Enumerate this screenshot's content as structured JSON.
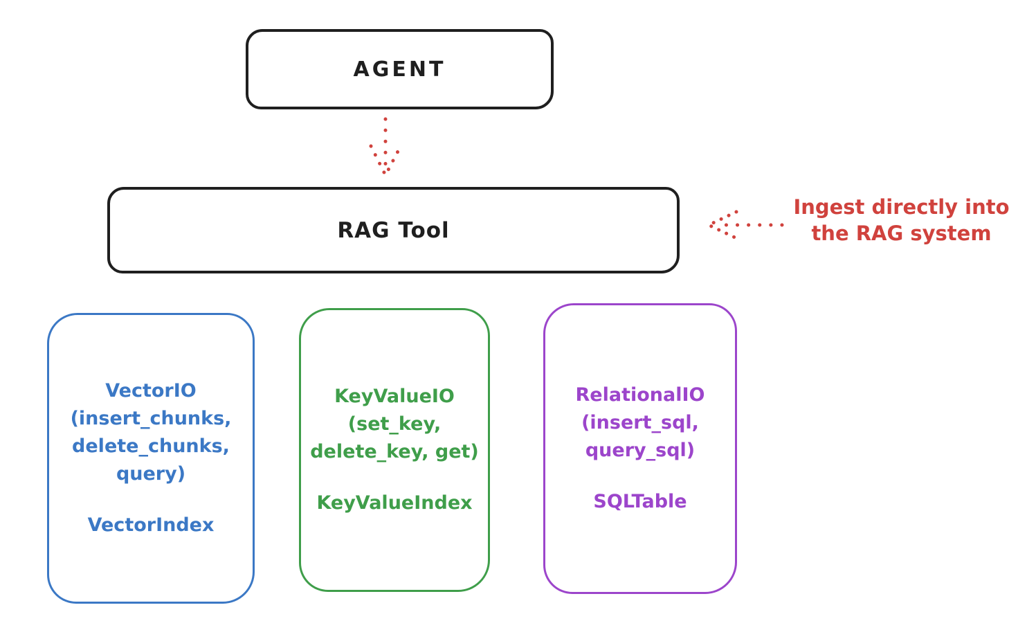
{
  "diagram": {
    "agent": {
      "label": "AGENT"
    },
    "rag_tool": {
      "label": "RAG Tool"
    },
    "annotation": {
      "line1": "Ingest directly into",
      "line2": "the RAG system"
    },
    "vector_io": {
      "line1": "VectorIO",
      "line2": "(insert_chunks,",
      "line3": "delete_chunks,",
      "line4": "query)",
      "footer": "VectorIndex"
    },
    "key_value_io": {
      "line1": "KeyValueIO",
      "line2": "(set_key,",
      "line3": "delete_key, get)",
      "footer": "KeyValueIndex"
    },
    "relational_io": {
      "line1": "RelationalIO",
      "line2": "(insert_sql,",
      "line3": "query_sql)",
      "footer": "SQLTable"
    },
    "icons": {
      "agent_to_rag": "dotted-down-arrow",
      "ingest": "dotted-left-arrow"
    },
    "colors": {
      "stroke_black": "#1f1f1f",
      "accent_red": "#d0423d",
      "accent_blue": "#3b78c5",
      "accent_green": "#3f9e4a",
      "accent_purple": "#9c45cb",
      "background": "#ffffff"
    }
  }
}
